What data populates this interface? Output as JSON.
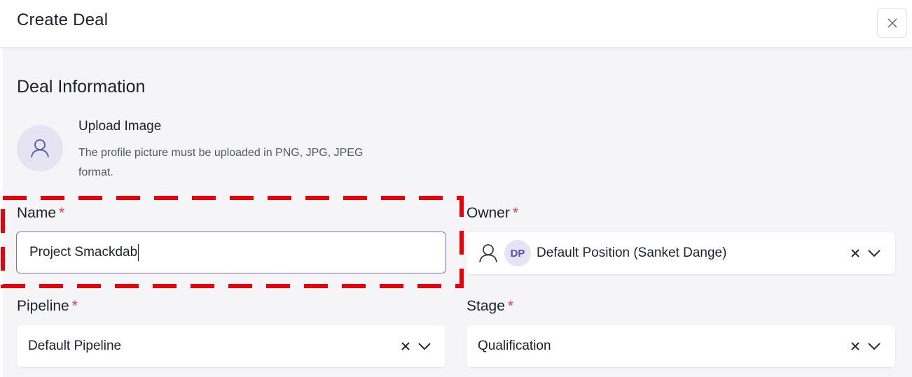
{
  "dialog": {
    "title": "Create Deal"
  },
  "section": {
    "title": "Deal Information"
  },
  "upload": {
    "title": "Upload Image",
    "description": "The profile picture must be uploaded in PNG, JPG, JPEG format."
  },
  "fields": {
    "name": {
      "label": "Name",
      "required": "*",
      "value": "Project Smackdab"
    },
    "owner": {
      "label": "Owner",
      "required": "*",
      "badge": "DP",
      "value": "Default Position (Sanket Dange)"
    },
    "pipeline": {
      "label": "Pipeline",
      "required": "*",
      "value": "Default Pipeline"
    },
    "stage": {
      "label": "Stage",
      "required": "*",
      "value": "Qualification"
    }
  },
  "icons": {
    "close": "close-icon",
    "avatar": "user-icon",
    "clear": "clear-x-icon",
    "dropdown": "chevron-down-icon"
  },
  "colors": {
    "accent": "#7d74b8",
    "required": "#e0414b",
    "badge_bg": "#e6e3f2",
    "highlight": "#e8000b"
  }
}
